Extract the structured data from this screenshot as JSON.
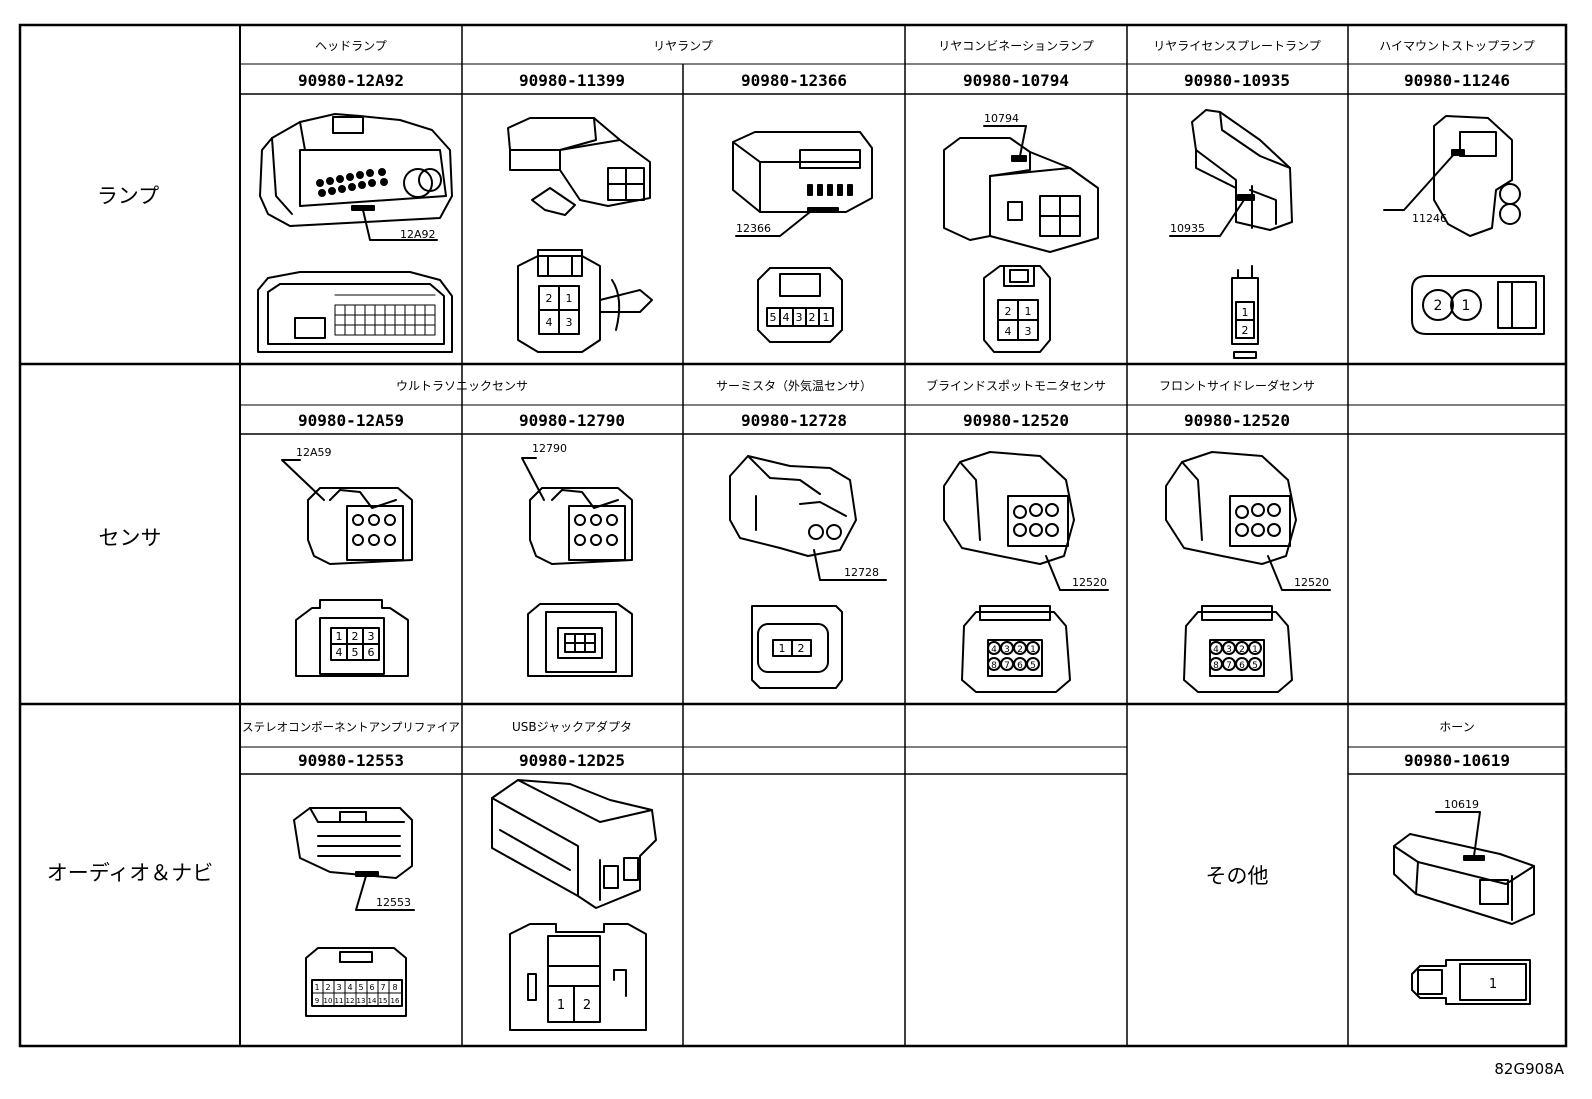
{
  "categories": {
    "lamp": "ランプ",
    "sensor": "センサ",
    "audio": "オーディオ＆ナビ",
    "other": "その他"
  },
  "connectors": [
    {
      "name": "ヘッドランプ",
      "part": "90980-12A92",
      "label": "12A92"
    },
    {
      "name": "リヤランプ",
      "part": "90980-11399",
      "pins": [
        "2",
        "1",
        "4",
        "3"
      ]
    },
    {
      "part": "90980-12366",
      "label": "12366",
      "pins": [
        "5",
        "4",
        "3",
        "2",
        "1"
      ]
    },
    {
      "name": "リヤコンビネーションランプ",
      "part": "90980-10794",
      "label": "10794",
      "pins": [
        "2",
        "1",
        "4",
        "3"
      ]
    },
    {
      "name": "リヤライセンスプレートランプ",
      "part": "90980-10935",
      "label": "10935",
      "pins": [
        "1",
        "2"
      ]
    },
    {
      "name": "ハイマウントストップランプ",
      "part": "90980-11246",
      "label": "11246",
      "pins": [
        "2",
        "1"
      ]
    },
    {
      "name": "ウルトラソニックセンサ",
      "part": "90980-12A59",
      "label": "12A59",
      "pins": [
        "1",
        "2",
        "3",
        "4",
        "5",
        "6"
      ]
    },
    {
      "part": "90980-12790",
      "label": "12790"
    },
    {
      "name": "サーミスタ（外気温センサ）",
      "part": "90980-12728",
      "label": "12728",
      "pins": [
        "1",
        "2"
      ]
    },
    {
      "name": "ブラインドスポットモニタセンサ",
      "part": "90980-12520",
      "label": "12520",
      "pins": [
        "4",
        "3",
        "2",
        "1",
        "8",
        "7",
        "6",
        "5"
      ]
    },
    {
      "name": "フロントサイドレーダセンサ",
      "part": "90980-12520",
      "label": "12520",
      "pins": [
        "4",
        "3",
        "2",
        "1",
        "8",
        "7",
        "6",
        "5"
      ]
    },
    {
      "name": "ステレオコンポーネントアンプリファイア",
      "part": "90980-12553",
      "label": "12553",
      "pins": [
        "1",
        "2",
        "3",
        "4",
        "5",
        "6",
        "7",
        "8",
        "9",
        "10",
        "11",
        "12",
        "13",
        "14",
        "15",
        "16"
      ]
    },
    {
      "name": "USBジャックアダプタ",
      "part": "90980-12D25",
      "pins": [
        "1",
        "2"
      ]
    },
    {
      "name": "ホーン",
      "part": "90980-10619",
      "label": "10619",
      "pins": [
        "1"
      ]
    }
  ],
  "reference": "82G908A"
}
